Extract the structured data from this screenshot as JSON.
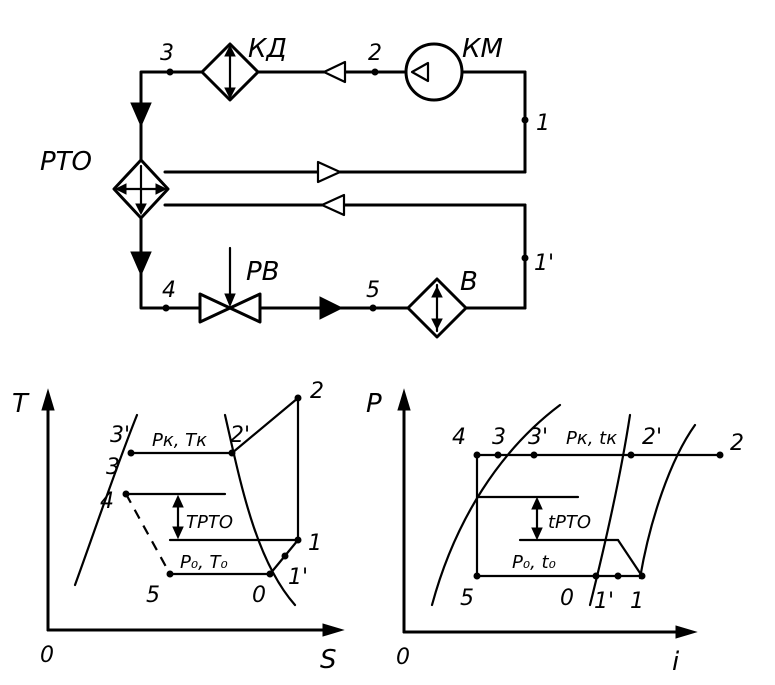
{
  "schematic": {
    "components": {
      "condenser": "КД",
      "compressor": "КМ",
      "regenerative_heat_exchanger": "РТО",
      "expansion_valve": "РВ",
      "evaporator": "В"
    },
    "points": {
      "p1": "1",
      "p1prime": "1'",
      "p2": "2",
      "p3": "3",
      "p4": "4",
      "p5": "5"
    }
  },
  "ts_diagram": {
    "axis_y": "T",
    "axis_x": "S",
    "origin": "0",
    "points": {
      "p2": "2",
      "p2prime": "2'",
      "p3prime": "3'",
      "p3": "3",
      "p4": "4",
      "p1": "1",
      "p1prime": "1'",
      "p5": "5",
      "p0": "0"
    },
    "labels": {
      "condensing": "Pк, Tк",
      "evaporating": "P₀, T₀",
      "delta_rto": "TРТО"
    }
  },
  "pi_diagram": {
    "axis_y": "P",
    "axis_x": "i",
    "origin": "0",
    "points": {
      "p4": "4",
      "p3": "3",
      "p3prime": "3'",
      "p2prime": "2'",
      "p2": "2",
      "p5": "5",
      "p0": "0",
      "p1prime": "1'",
      "p1": "1"
    },
    "labels": {
      "condensing": "Pк, tк",
      "evaporating": "P₀, t₀",
      "delta_rto": "tРТО"
    }
  }
}
